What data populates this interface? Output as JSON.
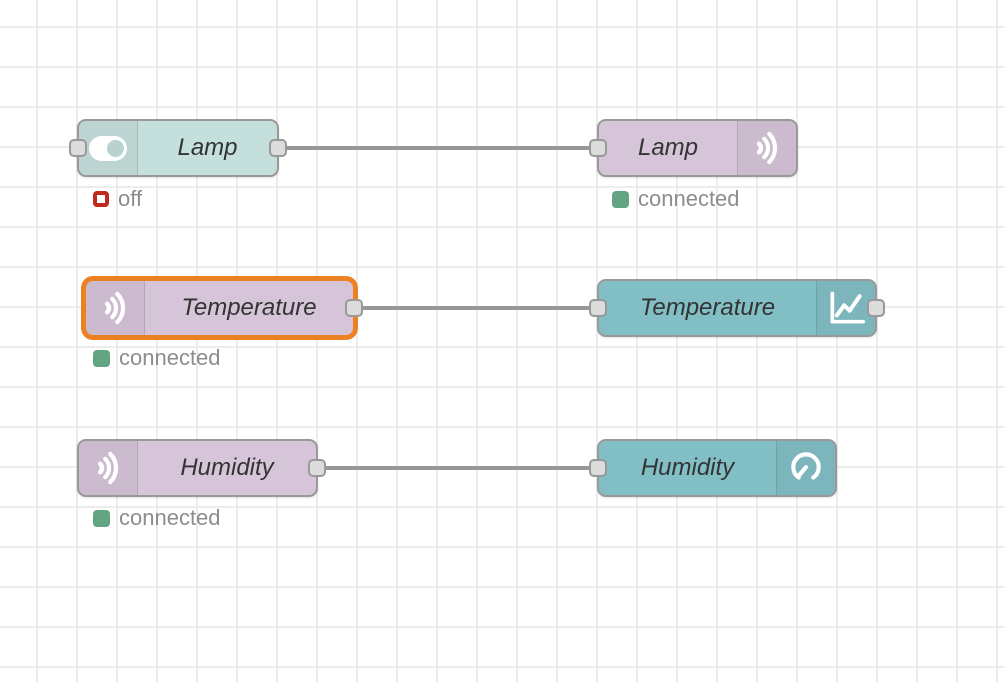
{
  "canvas": {
    "grid_size": 40,
    "grid_color": "#ececec",
    "background": "#ffffff"
  },
  "colors": {
    "node_teal_light": "#c5dfdc",
    "node_teal": "#82bfc5",
    "node_purple": "#d6c4d9",
    "node_border": "#999999",
    "selected_border": "#ec8123",
    "wire": "#979797",
    "port_fill": "#dcdcdc",
    "status_green": "#63a583",
    "status_red": "#c1281e",
    "status_text_color": "#8d8d8d",
    "label_color": "#333333"
  },
  "nodes": [
    {
      "label": "Lamp",
      "kind": "switch",
      "icon": "toggle-icon",
      "icon_side": "left",
      "status_shape": "ring-red",
      "status_text": "off",
      "selected": false
    },
    {
      "label": "Lamp",
      "kind": "broadcast-out",
      "icon": "broadcast-icon",
      "icon_side": "right",
      "status_shape": "dot-green",
      "status_text": "connected",
      "selected": false
    },
    {
      "label": "Temperature",
      "kind": "broadcast-in",
      "icon": "broadcast-icon",
      "icon_side": "left",
      "status_shape": "dot-green",
      "status_text": "connected",
      "selected": true
    },
    {
      "label": "Temperature",
      "kind": "chart",
      "icon": "chart-icon",
      "icon_side": "right",
      "status_shape": null,
      "status_text": "",
      "selected": false
    },
    {
      "label": "Humidity",
      "kind": "broadcast-in",
      "icon": "broadcast-icon",
      "icon_side": "left",
      "status_shape": "dot-green",
      "status_text": "connected",
      "selected": false
    },
    {
      "label": "Humidity",
      "kind": "gauge",
      "icon": "gauge-icon",
      "icon_side": "right",
      "status_shape": null,
      "status_text": "",
      "selected": false
    }
  ],
  "wires": [
    {
      "from": "Lamp (switch)",
      "to": "Lamp (broadcast-out)"
    },
    {
      "from": "Temperature (in)",
      "to": "Temperature (chart)"
    },
    {
      "from": "Humidity (in)",
      "to": "Humidity (gauge)"
    }
  ]
}
